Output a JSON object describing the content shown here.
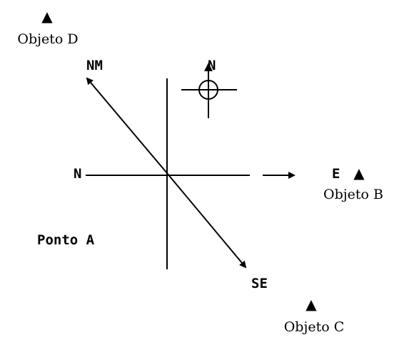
{
  "labels": {
    "nm": "NM",
    "n_top": "N",
    "n_left": "N",
    "east": "E",
    "se": "SE",
    "ponto_a": "Ponto A"
  },
  "objects": {
    "d": {
      "marker": "▲",
      "label": "Objeto D"
    },
    "b": {
      "marker": "▲",
      "label": "Objeto B"
    },
    "c": {
      "marker": "▲",
      "label": "Objeto C"
    }
  },
  "colors": {
    "ink": "#000000",
    "background": "#ffffff"
  }
}
